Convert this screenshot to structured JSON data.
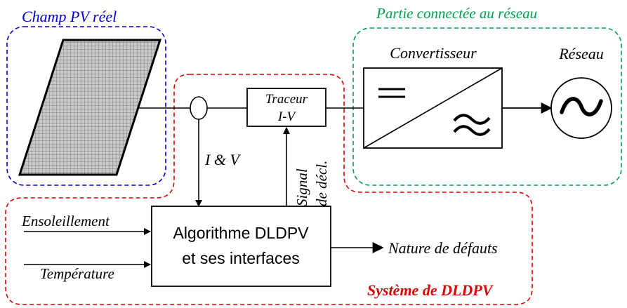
{
  "regions": {
    "pv_field": {
      "label": "Champ PV réel",
      "color": "#0000cc"
    },
    "grid_side": {
      "label": "Partie connectée au réseau",
      "color": "#00a050"
    },
    "system": {
      "label": "Système de DLDPV",
      "color": "#e00000"
    }
  },
  "blocks": {
    "converter": {
      "label": "Convertisseur",
      "dc_symbol": "=",
      "ac_symbol": "≈"
    },
    "grid": {
      "label": "Réseau",
      "symbol": "~"
    },
    "tracer": {
      "line1": "Traceur",
      "line2": "I-V"
    },
    "algorithm": {
      "line1": "Algorithme DLDPV",
      "line2": "et ses interfaces"
    }
  },
  "signals": {
    "measurement": "I & V",
    "trigger_line1": "Signal",
    "trigger_line2": "de décl.",
    "irradiance": "Ensoleillement",
    "temperature": "Température",
    "output": "Nature de défauts"
  },
  "colors": {
    "stroke": "#000000",
    "panel_fill": "#c8c8c8",
    "panel_grid": "#6f6f6f"
  }
}
